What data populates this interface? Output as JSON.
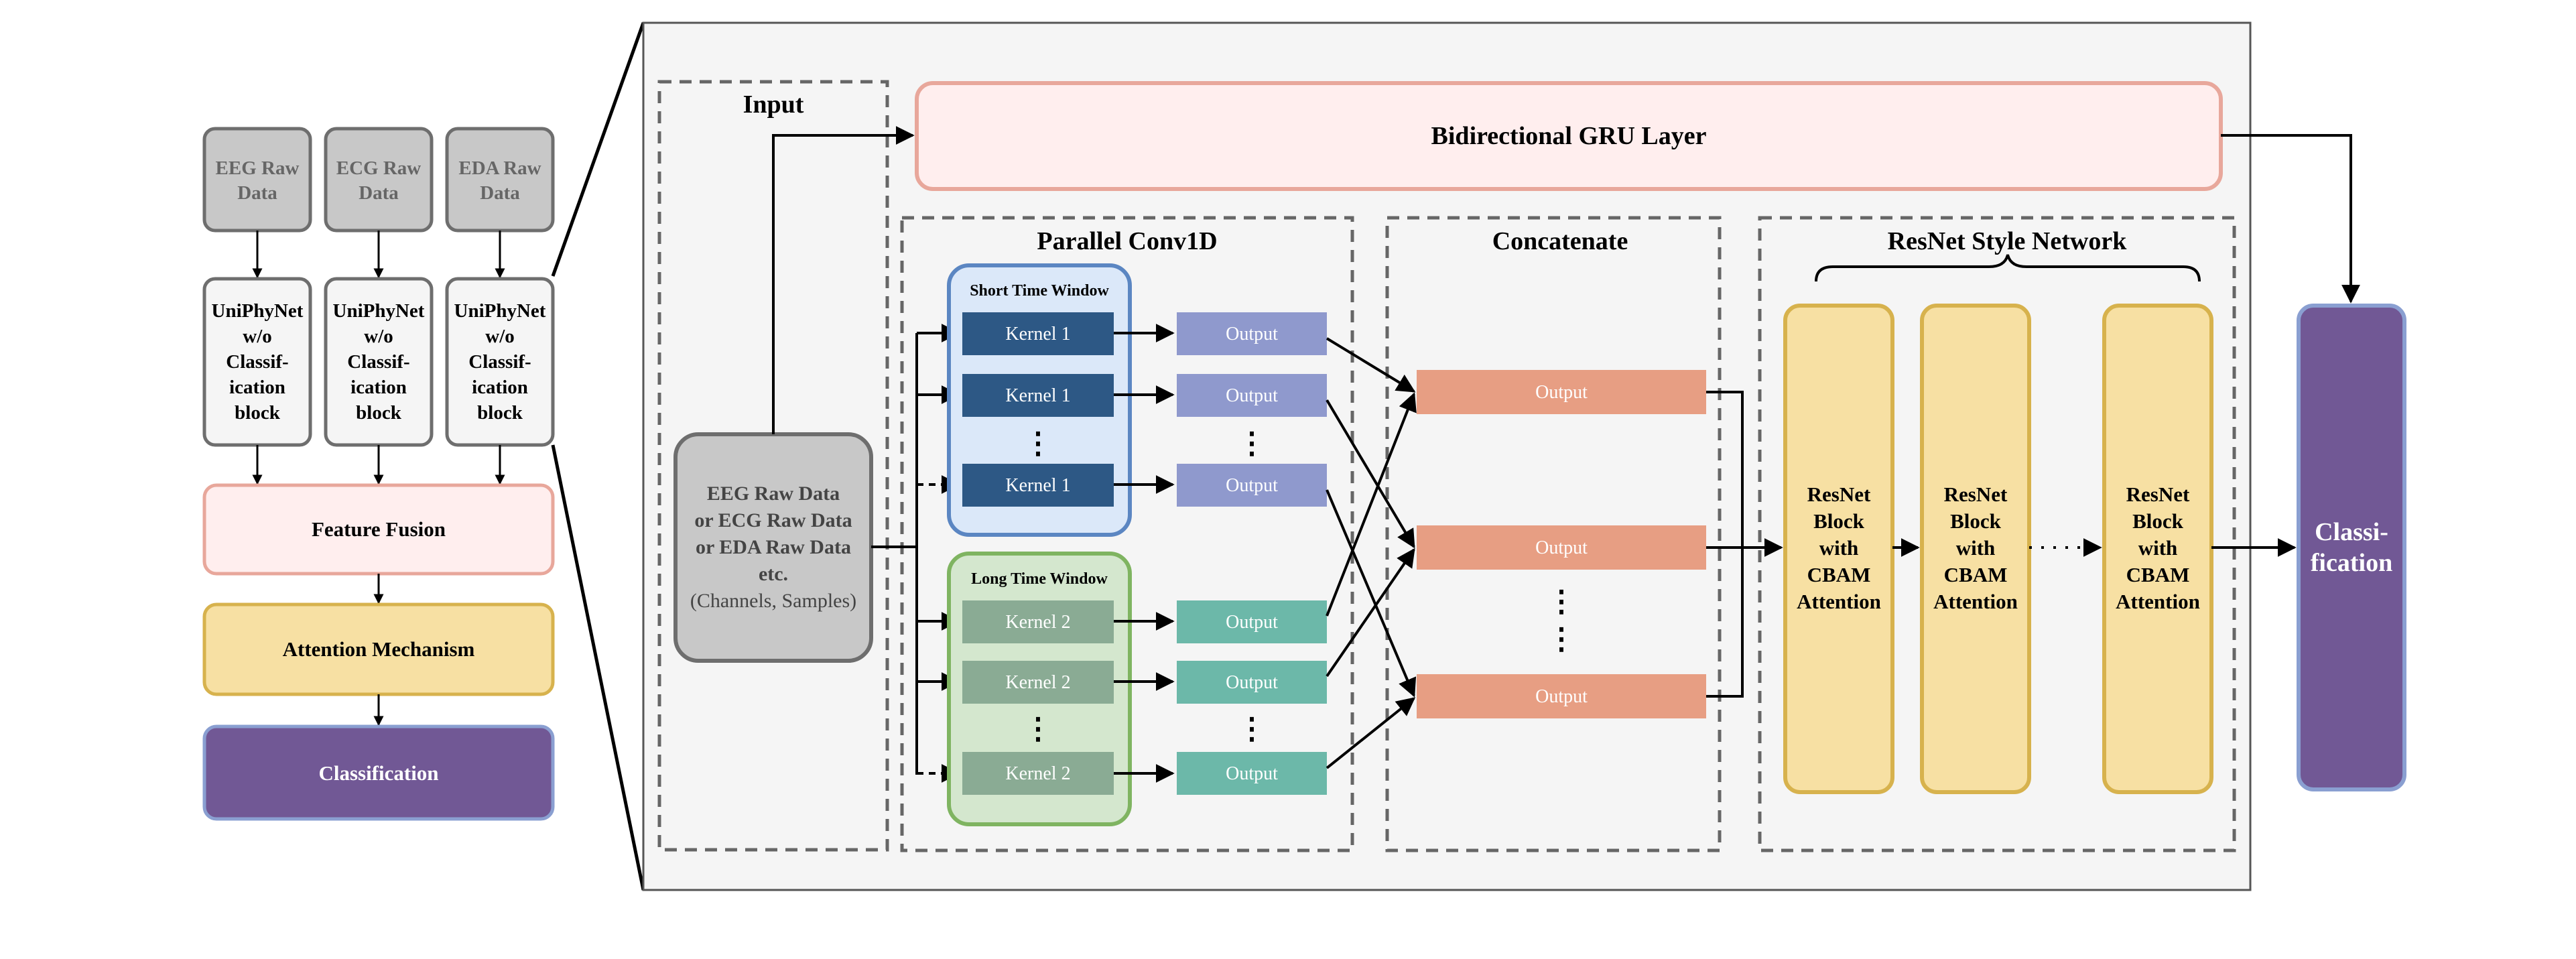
{
  "left": {
    "raw": [
      {
        "lines": [
          "EEG Raw",
          "Data"
        ]
      },
      {
        "lines": [
          "ECG Raw",
          "Data"
        ]
      },
      {
        "lines": [
          "EDA Raw",
          "Data"
        ]
      }
    ],
    "uniphy": [
      "UniPhyNet",
      "w/o",
      "Classif-",
      "ication",
      "block"
    ],
    "fusion": "Feature Fusion",
    "attention": "Attention Mechanism",
    "classification": "Classification"
  },
  "main": {
    "input_title": "Input",
    "input_lines": [
      "EEG Raw Data",
      "or ECG Raw Data",
      "or EDA Raw Data",
      "etc."
    ],
    "input_shape": "(Channels, Samples)",
    "gru": "Bidirectional GRU Layer",
    "parallel_title": "Parallel Conv1D",
    "short_window": "Short Time Window",
    "long_window": "Long Time Window",
    "kernel1": "Kernel 1",
    "kernel2": "Kernel 2",
    "output": "Output",
    "concat_title": "Concatenate",
    "resnet_title": "ResNet Style Network",
    "resnet_block": [
      "ResNet",
      "Block",
      "with",
      "CBAM",
      "Attention"
    ],
    "classification": [
      "Classi-",
      "fication"
    ]
  },
  "colors": {
    "raw_gray": "#c8c8c8",
    "uniphy_fill": "#f5f5f5",
    "fusion_fill": "#ffeeee",
    "fusion_stroke": "#e8a79b",
    "attention_fill": "#f7e0a3",
    "attention_stroke": "#d7b24d",
    "class_fill": "#715895",
    "class_stroke": "#8a9fd1",
    "kernel1_fill": "#2d5885",
    "kernel2_fill": "#8aab94",
    "short_bg": "#dbe8f9",
    "short_stroke": "#5b86c2",
    "long_bg": "#d4e7ce",
    "long_stroke": "#7fb461",
    "out_blue": "#8f99cd",
    "out_teal": "#6cb8a9",
    "out_salmon": "#e79e83",
    "panel_bg": "#f5f5f5"
  }
}
